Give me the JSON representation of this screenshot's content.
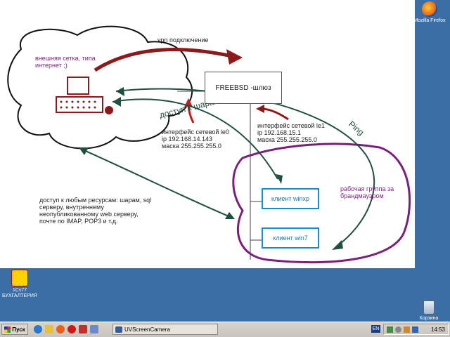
{
  "diagram": {
    "cloud_label": "внешняя сетка, типа\nинтернет ;)",
    "vpn_label": "vpn подключение",
    "gateway_label": "FREEBSD -шлюз",
    "le0_label": "интерфейс сетевой le0\nip 192.168.14.143\nмаска 255.255.255.0",
    "le1_label": "интерфейс сетевой le1\nip 192.168.15.1\nмаска 255.255.255.0",
    "handwritten_access": "доступ к шарам",
    "handwritten_ping": "Ping",
    "client1_label": "клиент winxp",
    "client2_label": "клиент win7",
    "workgroup_label": "рабочая группа за\nбрандмауэром",
    "access_note": "доступ к любым ресурсам: шарам, sql\nсерверу, внутреннему\nнеопубликованному web серверу,\nпочте по IMAP, POP3 и т.д.",
    "colors": {
      "purple": "#7a1f7a",
      "dark_red": "#8c1a1a",
      "dark_green": "#1f4f3f",
      "blue": "#1a8cc8"
    }
  },
  "desktop_icons": [
    {
      "label": "Mozilla Firefox",
      "icon": "firefox-icon"
    },
    {
      "label": "1Cv77\nБУХГАЛТЕРИЯ",
      "icon": "1c-icon"
    },
    {
      "label": "Корзина",
      "icon": "recycle-bin-icon"
    }
  ],
  "taskbar": {
    "start_label": "Пуск",
    "task_label": "UVScreenCamera",
    "lang": "EN",
    "clock": "14:53"
  }
}
